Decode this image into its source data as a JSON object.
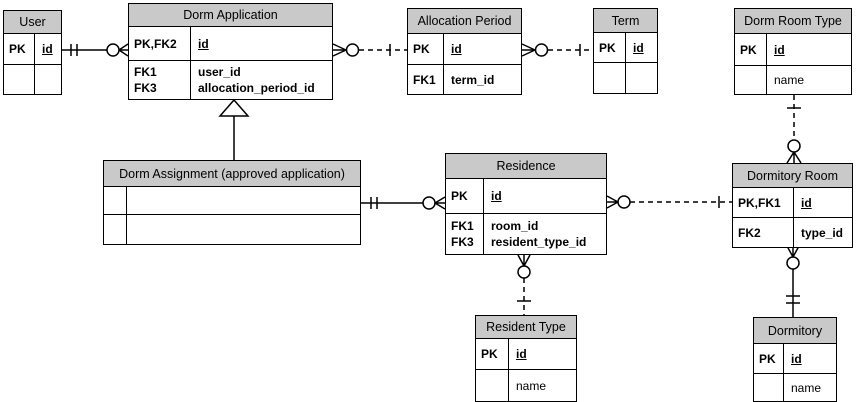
{
  "colors": {
    "header_fill": "#c9c9c9",
    "border": "#000000",
    "background": "#ffffff"
  },
  "entities": {
    "user": {
      "title": "User",
      "rows": [
        {
          "key": "PK",
          "field": "id"
        },
        {
          "key": "",
          "field": ""
        }
      ]
    },
    "dorm_application": {
      "title": "Dorm Application",
      "rows": [
        {
          "key": "PK,FK2",
          "field": "id"
        },
        {
          "key": "FK1\nFK3",
          "field": "user_id\nallocation_period_id"
        }
      ]
    },
    "allocation_period": {
      "title": "Allocation Period",
      "rows": [
        {
          "key": "PK",
          "field": "id"
        },
        {
          "key": "FK1",
          "field": "term_id"
        }
      ]
    },
    "term": {
      "title": "Term",
      "rows": [
        {
          "key": "PK",
          "field": "id"
        },
        {
          "key": "",
          "field": ""
        }
      ]
    },
    "dorm_room_type": {
      "title": "Dorm Room Type",
      "rows": [
        {
          "key": "PK",
          "field": "id"
        },
        {
          "key": "",
          "field": "name"
        }
      ]
    },
    "dorm_assignment": {
      "title": "Dorm Assignment (approved application)",
      "rows": [
        {
          "key": "",
          "field": ""
        },
        {
          "key": "",
          "field": ""
        }
      ]
    },
    "residence": {
      "title": "Residence",
      "rows": [
        {
          "key": "PK",
          "field": "id"
        },
        {
          "key": "FK1\nFK3",
          "field": "room_id\nresident_type_id"
        }
      ]
    },
    "dormitory_room": {
      "title": "Dormitory Room",
      "rows": [
        {
          "key": "PK,FK1",
          "field": "id"
        },
        {
          "key": "FK2",
          "field": "type_id"
        }
      ]
    },
    "resident_type": {
      "title": "Resident Type",
      "rows": [
        {
          "key": "PK",
          "field": "id"
        },
        {
          "key": "",
          "field": "name"
        }
      ]
    },
    "dormitory": {
      "title": "Dormitory",
      "rows": [
        {
          "key": "PK",
          "field": "id"
        },
        {
          "key": "",
          "field": "name"
        }
      ]
    }
  },
  "relationships": [
    {
      "from": "User",
      "to": "Dorm Application",
      "from_cardinality": "one-and-only-one",
      "to_cardinality": "zero-or-many",
      "line": "solid"
    },
    {
      "from": "Allocation Period",
      "to": "Dorm Application",
      "from_cardinality": "one",
      "to_cardinality": "zero-or-many",
      "line": "dashed"
    },
    {
      "from": "Term",
      "to": "Allocation Period",
      "from_cardinality": "one",
      "to_cardinality": "zero-or-many",
      "line": "dashed"
    },
    {
      "from": "Dorm Room Type",
      "to": "Dormitory Room",
      "from_cardinality": "one",
      "to_cardinality": "zero-or-many",
      "line": "dashed"
    },
    {
      "from": "Dorm Application",
      "to": "Dorm Assignment (approved application)",
      "type": "inheritance-subtype",
      "line": "solid"
    },
    {
      "from": "Dorm Assignment (approved application)",
      "to": "Residence",
      "from_cardinality": "one-and-only-one",
      "to_cardinality": "zero-or-many",
      "line": "solid"
    },
    {
      "from": "Dormitory Room",
      "to": "Residence",
      "from_cardinality": "one",
      "to_cardinality": "zero-or-many",
      "line": "dashed"
    },
    {
      "from": "Resident Type",
      "to": "Residence",
      "from_cardinality": "one",
      "to_cardinality": "zero-or-many",
      "line": "dashed"
    },
    {
      "from": "Dormitory",
      "to": "Dormitory Room",
      "from_cardinality": "one-and-only-one",
      "to_cardinality": "zero-or-many",
      "line": "solid"
    }
  ]
}
